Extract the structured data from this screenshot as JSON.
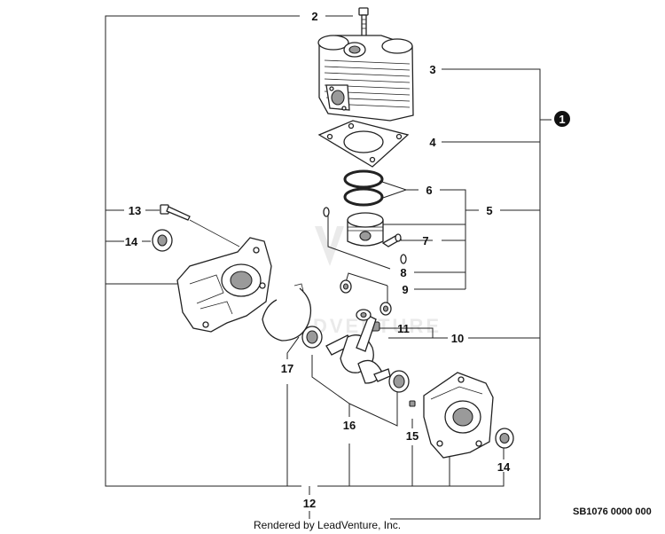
{
  "callouts": {
    "c1": "1",
    "c2": "2",
    "c3": "3",
    "c4": "4",
    "c5": "5",
    "c6": "6",
    "c7": "7",
    "c8": "8",
    "c9": "9",
    "c10": "10",
    "c11": "11",
    "c12": "12",
    "c13": "13",
    "c14a": "14",
    "c14b": "14",
    "c15": "15",
    "c16": "16",
    "c17": "17"
  },
  "watermark": "LEADVENTURE",
  "footer": {
    "credit": "Rendered by LeadVenture, Inc.",
    "sheet_code": "SB1076 0000 000"
  }
}
